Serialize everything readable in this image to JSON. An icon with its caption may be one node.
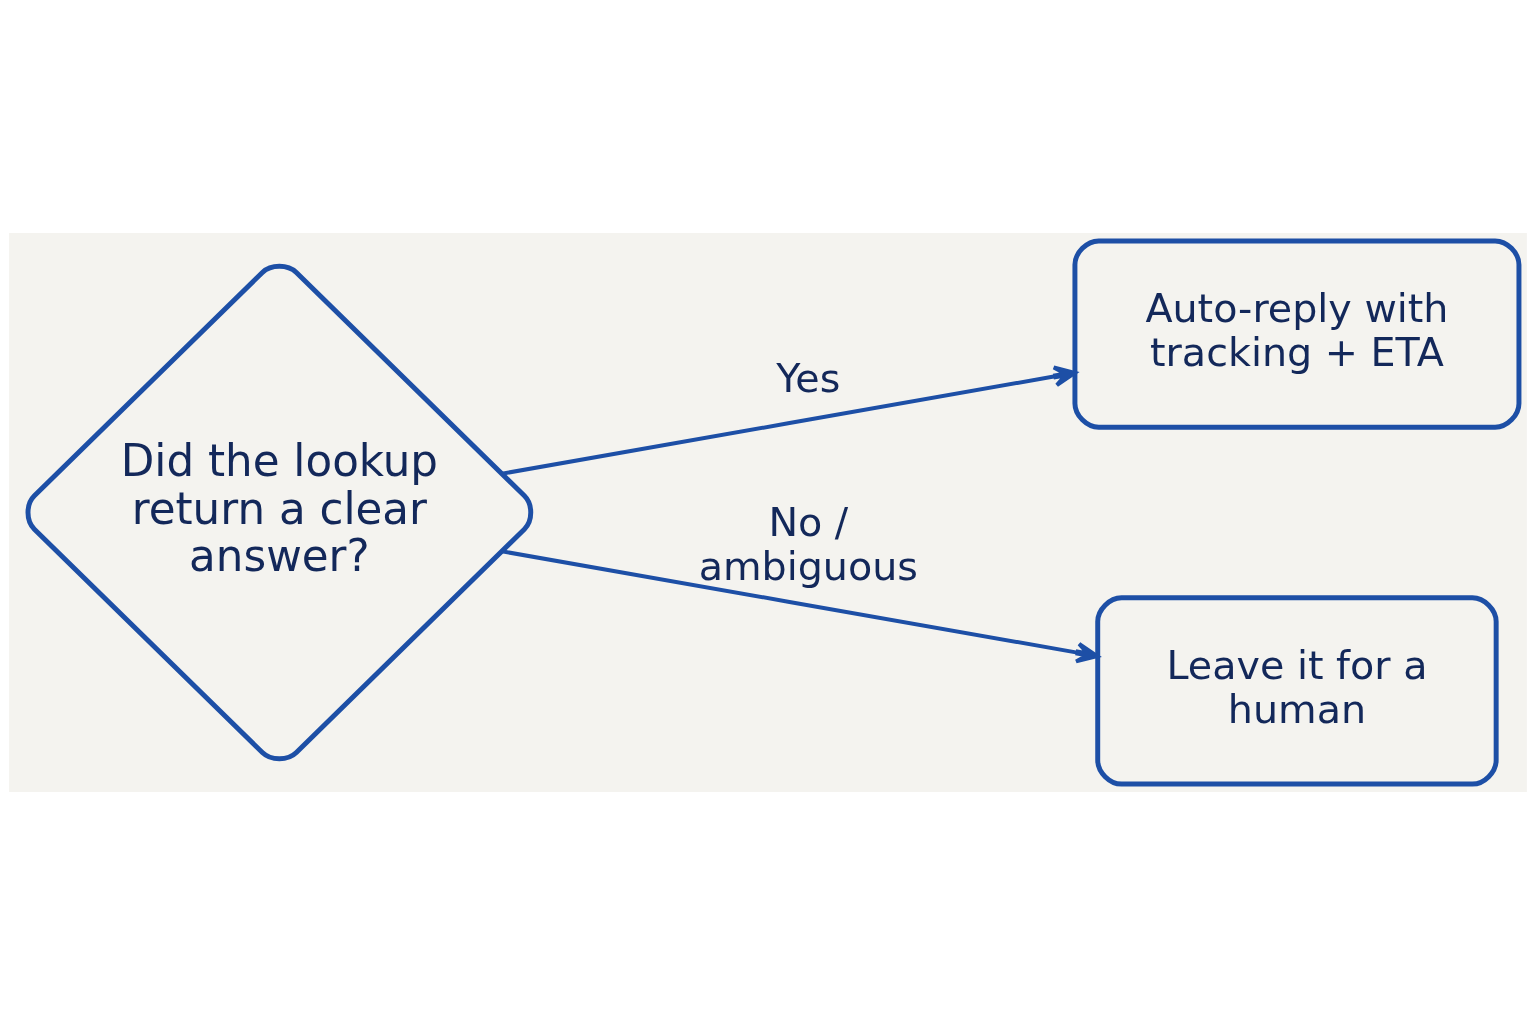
{
  "diagram": {
    "nodes": [
      {
        "text": [
          "Did the lookup return a clear answer?"
        ]
      },
      {
        "text": [
          "Auto-reply with tracking + ETA"
        ]
      },
      {
        "text": [
          "Leave it for a human"
        ]
      }
    ],
    "edges": [
      {
        "from": 0,
        "to": 1,
        "arrow": "to",
        "label": "Yes"
      },
      {
        "from": 0,
        "to": 2,
        "arrow": "to",
        "label": "No / ambiguous"
      }
    ]
  }
}
